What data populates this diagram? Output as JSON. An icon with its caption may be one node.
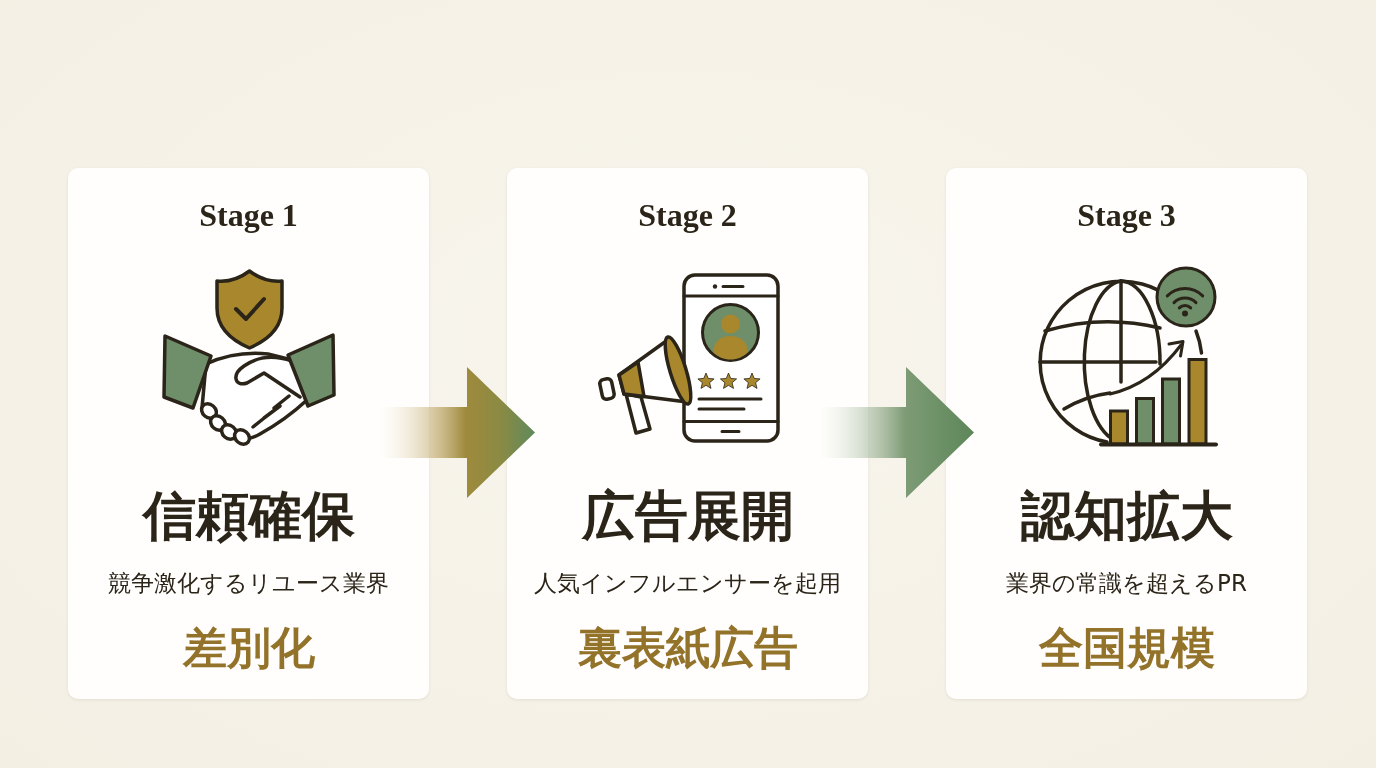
{
  "diagram": {
    "nodes": [
      {
        "text": [
          "Stage 1",
          "信頼確保",
          "競争激化するリユース業界",
          "差別化"
        ]
      },
      {
        "text": [
          "Stage 2",
          "広告展開",
          "人気インフルエンサーを起用",
          "裏表紙広告"
        ]
      },
      {
        "text": [
          "Stage 3",
          "認知拡大",
          "業界の常識を超えるPR",
          "全国規模"
        ]
      }
    ],
    "edges": [
      {
        "from": 0,
        "to": 1,
        "arrow": "to"
      },
      {
        "from": 1,
        "to": 2,
        "arrow": "to"
      }
    ]
  }
}
